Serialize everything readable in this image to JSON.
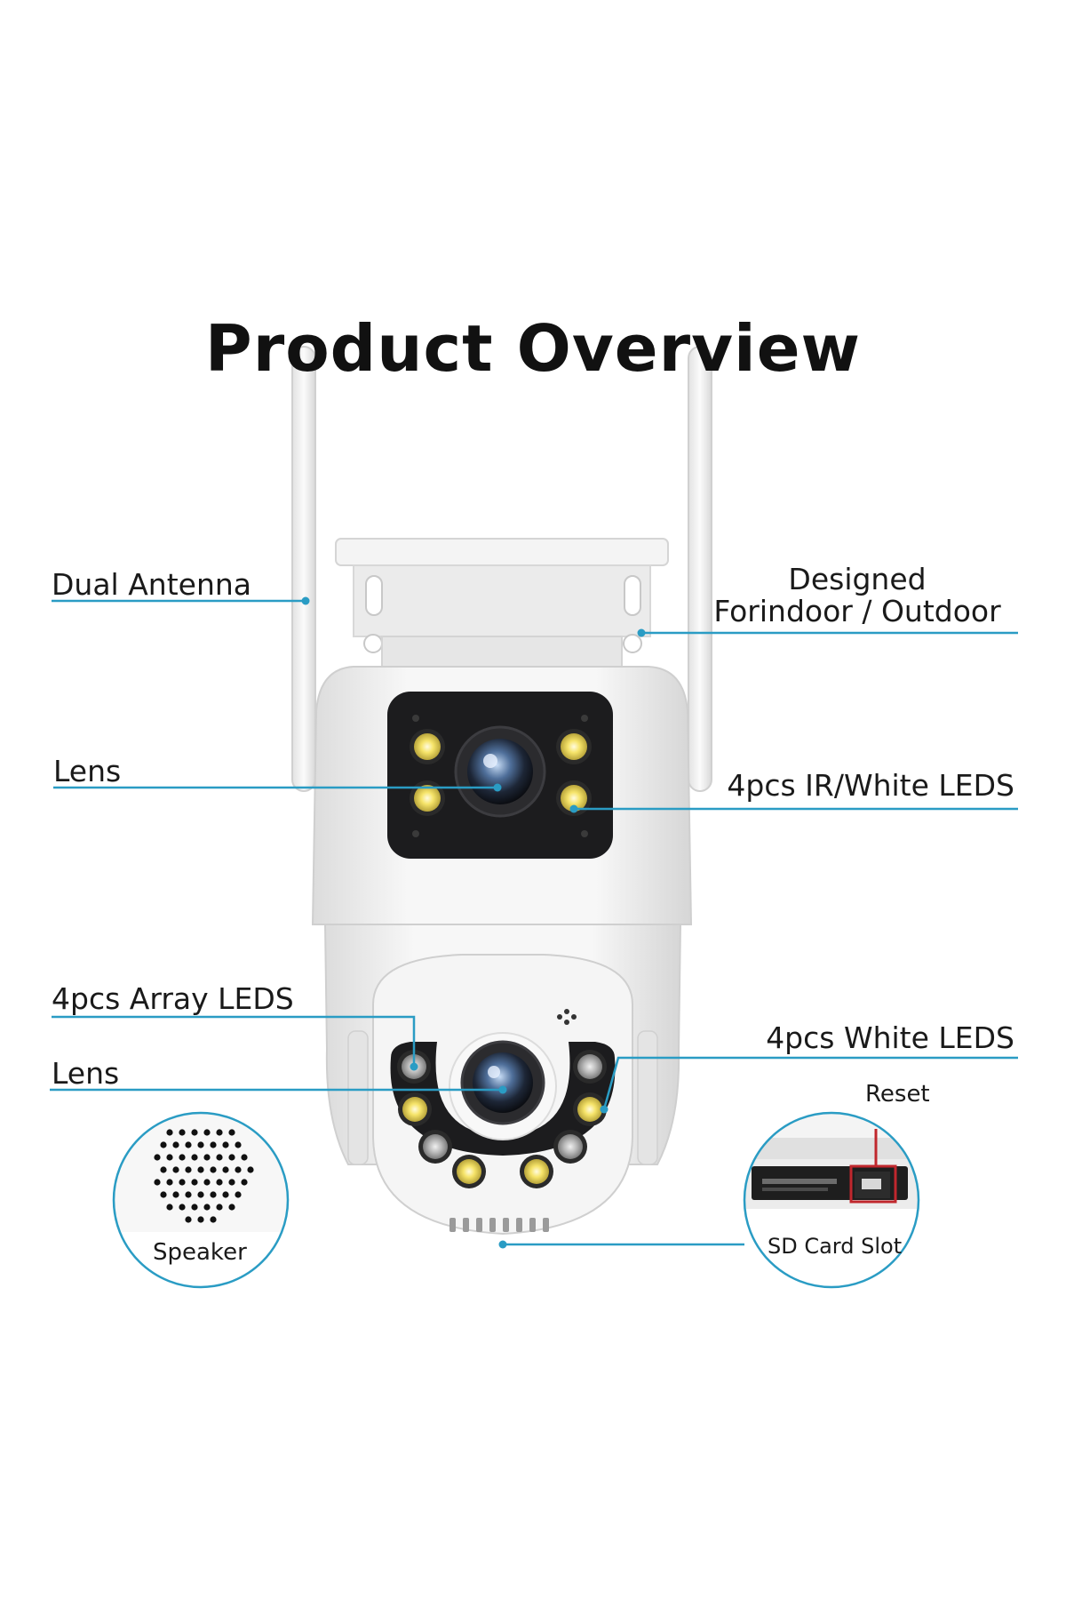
{
  "title": "Product Overview",
  "callouts": {
    "dual_antenna": "Dual Antenna",
    "designed_line1": "Designed",
    "designed_line2": "Forindoor / Outdoor",
    "lens_top": "Lens",
    "ir_white_leds": "4pcs IR/White LEDS",
    "array_leds": "4pcs Array LEDS",
    "lens_bottom": "Lens",
    "white_leds": "4pcs White LEDS",
    "reset": "Reset",
    "speaker": "Speaker",
    "sd_card_slot": "SD Card Slot"
  },
  "colors": {
    "callout_line": "#2a9cc4",
    "reset_marker": "#c0272d",
    "camera_body": "#f2f2f2",
    "lens_panel": "#1c1c1e"
  }
}
